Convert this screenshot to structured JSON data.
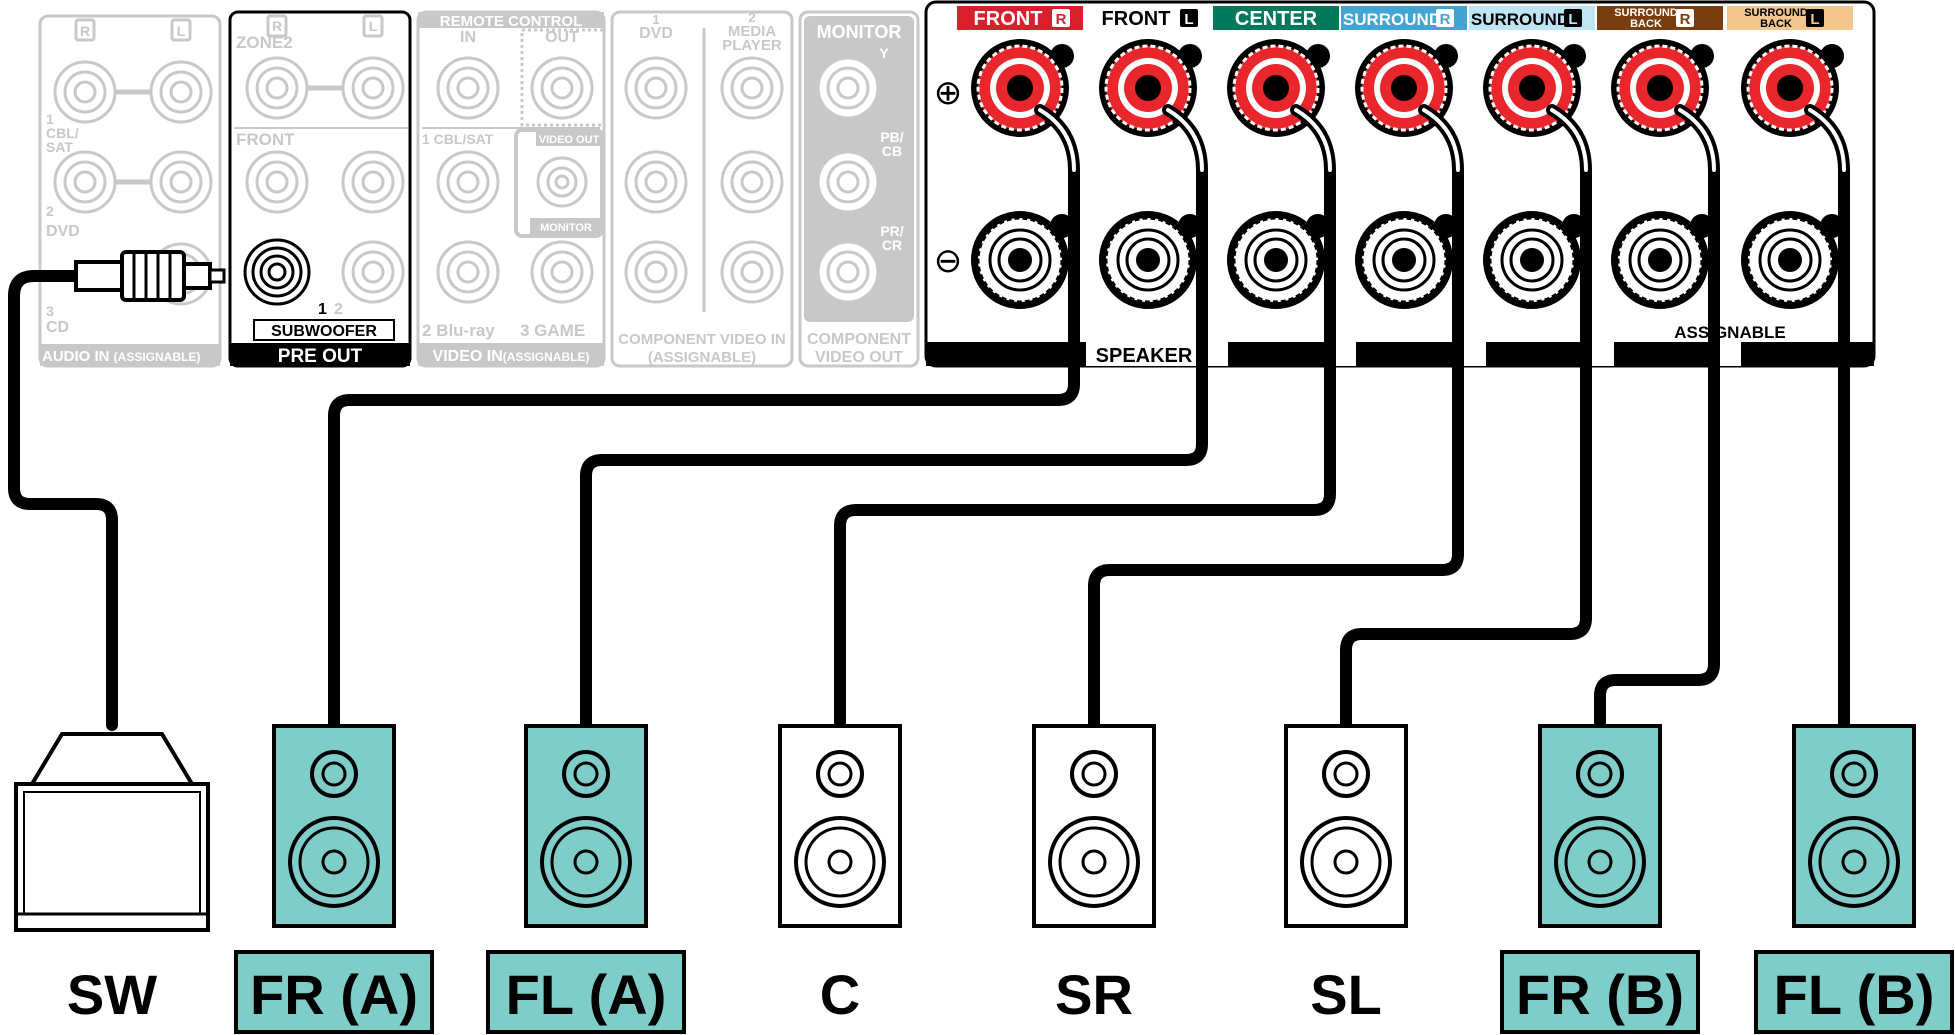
{
  "receiver": {
    "audio_in": {
      "channels": [
        "R",
        "L"
      ],
      "inputs": [
        "1",
        "CBL/",
        "SAT",
        "2",
        "DVD",
        "3",
        "CD"
      ],
      "footer": "AUDIO IN",
      "footer_sub": "(ASSIGNABLE)"
    },
    "pre_out": {
      "channels": [
        "R",
        "L"
      ],
      "zone_label": "ZONE2",
      "front_label": "FRONT",
      "sub_numbers": [
        "1",
        "2"
      ],
      "subwoofer_label": "SUBWOOFER",
      "footer": "PRE OUT"
    },
    "video_in": {
      "remote_title": "REMOTE CONTROL",
      "remote_in": "IN",
      "remote_out": "OUT",
      "cbl_label": "1 CBL/SAT",
      "video_out_label": "VIDEO OUT",
      "monitor_label": "MONITOR",
      "bluray_label": "2 Blu-ray",
      "game_label": "3 GAME",
      "footer": "VIDEO IN",
      "footer_sub": "(ASSIGNABLE)"
    },
    "component_in": {
      "dvd_label": [
        "1",
        "DVD"
      ],
      "media_label": [
        "2",
        "MEDIA",
        "PLAYER"
      ],
      "footer": "COMPONENT VIDEO IN",
      "footer_sub": "(ASSIGNABLE)"
    },
    "component_out": {
      "monitor_title": "MONITOR",
      "y_label": "Y",
      "pb_label": [
        "PB/",
        "CB"
      ],
      "pr_label": [
        "PR/",
        "CR"
      ],
      "footer": "COMPONENT",
      "footer_sub": "VIDEO OUT"
    },
    "speakers": {
      "plus_symbol": "⊕",
      "minus_symbol": "⊖",
      "footer_left": "SPEAKER",
      "footer_right": "ASSIGNABLE",
      "terminals": [
        {
          "name": "FRONT",
          "side": "R",
          "bg": "#d8202c",
          "fg": "#ffffff"
        },
        {
          "name": "FRONT",
          "side": "L",
          "bg": "#ffffff",
          "fg": "#000000"
        },
        {
          "name": "CENTER",
          "side": "",
          "bg": "#00785a",
          "fg": "#ffffff"
        },
        {
          "name": "SURROUND",
          "side": "R",
          "bg": "#41a4d2",
          "fg": "#ffffff"
        },
        {
          "name": "SURROUND",
          "side": "L",
          "bg": "#bfe4f4",
          "fg": "#000000"
        },
        {
          "name": "SURROUND BACK",
          "side": "R",
          "bg": "#7a3d10",
          "fg": "#ffffff"
        },
        {
          "name": "SURROUND BACK",
          "side": "L",
          "bg": "#f2c68c",
          "fg": "#000000"
        }
      ]
    }
  },
  "speakers": [
    {
      "label": "SW",
      "type": "subwoofer",
      "highlight": false
    },
    {
      "label": "FR (A)",
      "type": "speaker",
      "highlight": true
    },
    {
      "label": "FL (A)",
      "type": "speaker",
      "highlight": true
    },
    {
      "label": "C",
      "type": "speaker",
      "highlight": false
    },
    {
      "label": "SR",
      "type": "speaker",
      "highlight": false
    },
    {
      "label": "SL",
      "type": "speaker",
      "highlight": false
    },
    {
      "label": "FR (B)",
      "type": "speaker",
      "highlight": true
    },
    {
      "label": "FL (B)",
      "type": "speaker",
      "highlight": true
    }
  ],
  "colors": {
    "highlight": "#7fcdc9",
    "terminal_red": "#e8262c",
    "ghost": "#c8c8c8",
    "line": "#000000"
  }
}
